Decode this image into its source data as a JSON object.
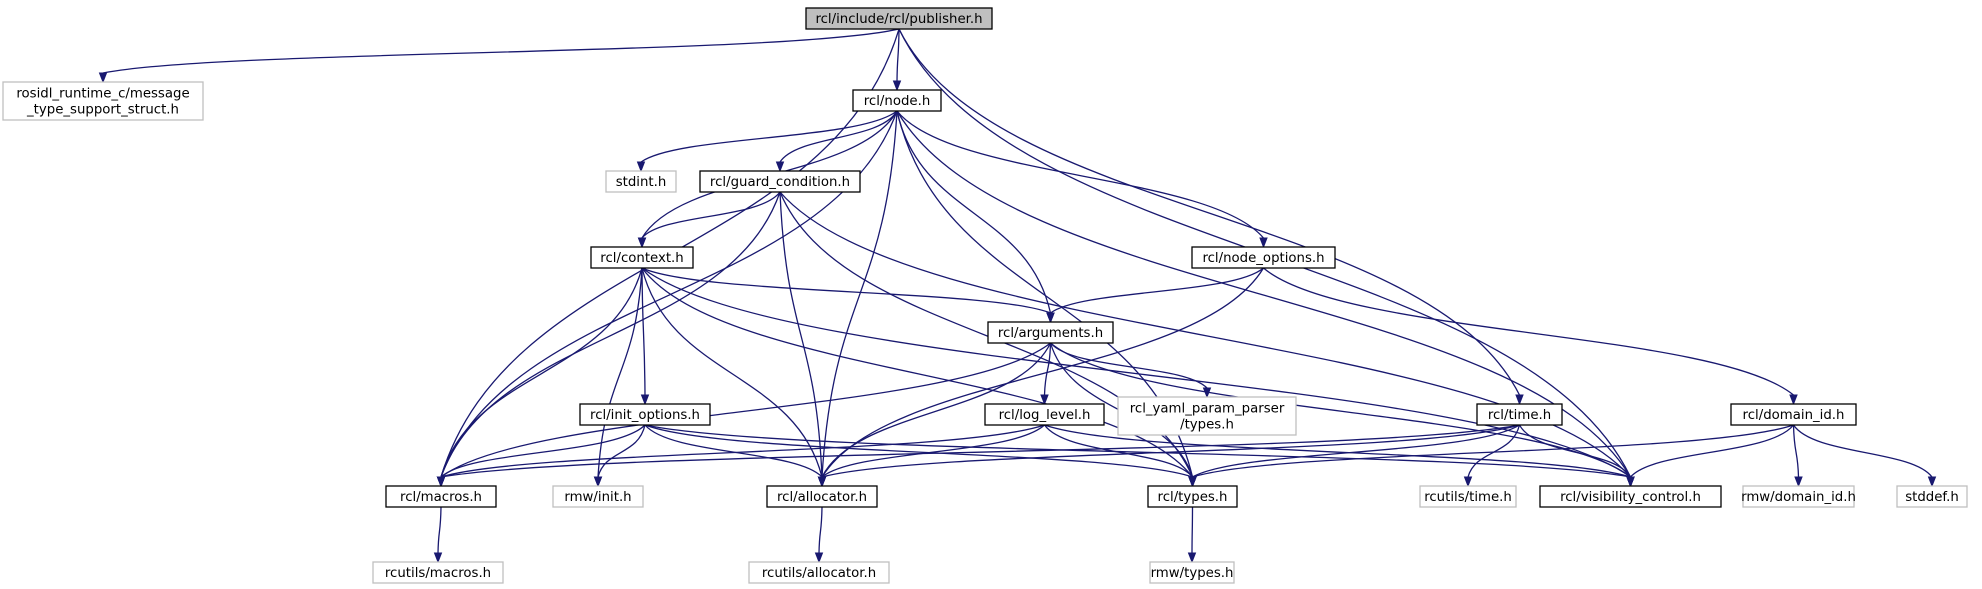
{
  "graph": {
    "nodes": [
      {
        "id": "publisher",
        "lines": [
          "rcl/include/rcl/publisher.h"
        ],
        "kind": "root"
      },
      {
        "id": "rosidl_ts",
        "lines": [
          "rosidl_runtime_c/message",
          "_type_support_struct.h"
        ],
        "kind": "external"
      },
      {
        "id": "node",
        "lines": [
          "rcl/node.h"
        ],
        "kind": "local"
      },
      {
        "id": "stdint",
        "lines": [
          "stdint.h"
        ],
        "kind": "external"
      },
      {
        "id": "guard",
        "lines": [
          "rcl/guard_condition.h"
        ],
        "kind": "local"
      },
      {
        "id": "context",
        "lines": [
          "rcl/context.h"
        ],
        "kind": "local"
      },
      {
        "id": "node_options",
        "lines": [
          "rcl/node_options.h"
        ],
        "kind": "local"
      },
      {
        "id": "arguments",
        "lines": [
          "rcl/arguments.h"
        ],
        "kind": "local"
      },
      {
        "id": "init_options",
        "lines": [
          "rcl/init_options.h"
        ],
        "kind": "local"
      },
      {
        "id": "log_level",
        "lines": [
          "rcl/log_level.h"
        ],
        "kind": "local"
      },
      {
        "id": "yaml",
        "lines": [
          "rcl_yaml_param_parser",
          "/types.h"
        ],
        "kind": "external"
      },
      {
        "id": "time",
        "lines": [
          "rcl/time.h"
        ],
        "kind": "local"
      },
      {
        "id": "domain_id",
        "lines": [
          "rcl/domain_id.h"
        ],
        "kind": "local"
      },
      {
        "id": "macros",
        "lines": [
          "rcl/macros.h"
        ],
        "kind": "local"
      },
      {
        "id": "rmw_init",
        "lines": [
          "rmw/init.h"
        ],
        "kind": "external"
      },
      {
        "id": "allocator",
        "lines": [
          "rcl/allocator.h"
        ],
        "kind": "local"
      },
      {
        "id": "types",
        "lines": [
          "rcl/types.h"
        ],
        "kind": "local"
      },
      {
        "id": "rcutils_time",
        "lines": [
          "rcutils/time.h"
        ],
        "kind": "external"
      },
      {
        "id": "visibility",
        "lines": [
          "rcl/visibility_control.h"
        ],
        "kind": "local"
      },
      {
        "id": "rmw_domain",
        "lines": [
          "rmw/domain_id.h"
        ],
        "kind": "external"
      },
      {
        "id": "stddef",
        "lines": [
          "stddef.h"
        ],
        "kind": "external"
      },
      {
        "id": "rcutils_macros",
        "lines": [
          "rcutils/macros.h"
        ],
        "kind": "external"
      },
      {
        "id": "rcutils_alloc",
        "lines": [
          "rcutils/allocator.h"
        ],
        "kind": "external"
      },
      {
        "id": "rmw_types",
        "lines": [
          "rmw/types.h"
        ],
        "kind": "external"
      }
    ],
    "edges": [
      [
        "publisher",
        "rosidl_ts"
      ],
      [
        "publisher",
        "node"
      ],
      [
        "publisher",
        "macros"
      ],
      [
        "publisher",
        "time"
      ],
      [
        "publisher",
        "visibility"
      ],
      [
        "node",
        "stdint"
      ],
      [
        "node",
        "guard"
      ],
      [
        "node",
        "context"
      ],
      [
        "node",
        "node_options"
      ],
      [
        "node",
        "arguments"
      ],
      [
        "node",
        "macros"
      ],
      [
        "node",
        "allocator"
      ],
      [
        "node",
        "types"
      ],
      [
        "node",
        "visibility"
      ],
      [
        "guard",
        "context"
      ],
      [
        "guard",
        "macros"
      ],
      [
        "guard",
        "allocator"
      ],
      [
        "guard",
        "types"
      ],
      [
        "guard",
        "visibility"
      ],
      [
        "context",
        "arguments"
      ],
      [
        "context",
        "init_options"
      ],
      [
        "context",
        "macros"
      ],
      [
        "context",
        "rmw_init"
      ],
      [
        "context",
        "allocator"
      ],
      [
        "context",
        "types"
      ],
      [
        "context",
        "visibility"
      ],
      [
        "node_options",
        "arguments"
      ],
      [
        "node_options",
        "domain_id"
      ],
      [
        "node_options",
        "allocator"
      ],
      [
        "arguments",
        "log_level"
      ],
      [
        "arguments",
        "yaml"
      ],
      [
        "arguments",
        "macros"
      ],
      [
        "arguments",
        "allocator"
      ],
      [
        "arguments",
        "types"
      ],
      [
        "arguments",
        "visibility"
      ],
      [
        "init_options",
        "macros"
      ],
      [
        "init_options",
        "rmw_init"
      ],
      [
        "init_options",
        "allocator"
      ],
      [
        "init_options",
        "types"
      ],
      [
        "init_options",
        "visibility"
      ],
      [
        "log_level",
        "macros"
      ],
      [
        "log_level",
        "allocator"
      ],
      [
        "log_level",
        "types"
      ],
      [
        "log_level",
        "visibility"
      ],
      [
        "time",
        "macros"
      ],
      [
        "time",
        "allocator"
      ],
      [
        "time",
        "types"
      ],
      [
        "time",
        "rcutils_time"
      ],
      [
        "time",
        "visibility"
      ],
      [
        "domain_id",
        "types"
      ],
      [
        "domain_id",
        "visibility"
      ],
      [
        "domain_id",
        "rmw_domain"
      ],
      [
        "domain_id",
        "stddef"
      ],
      [
        "macros",
        "rcutils_macros"
      ],
      [
        "allocator",
        "rcutils_alloc"
      ],
      [
        "types",
        "rmw_types"
      ]
    ]
  }
}
